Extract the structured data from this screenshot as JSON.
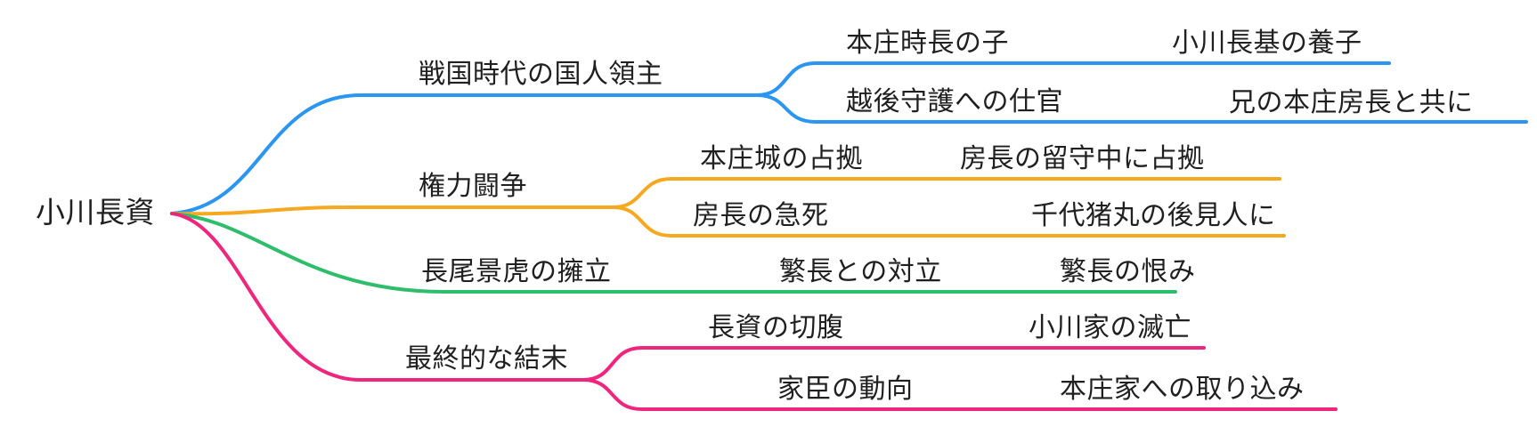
{
  "mindmap": {
    "root": {
      "label": "小川長資"
    },
    "branches": [
      {
        "label": "戦国時代の国人領主",
        "color": "#2B95F2",
        "children": [
          {
            "label": "本庄時長の子",
            "children": [
              {
                "label": "小川長基の養子"
              }
            ]
          },
          {
            "label": "越後守護への仕官",
            "children": [
              {
                "label": "兄の本庄房長と共に"
              }
            ]
          }
        ]
      },
      {
        "label": "権力闘争",
        "color": "#F7A821",
        "children": [
          {
            "label": "本庄城の占拠",
            "children": [
              {
                "label": "房長の留守中に占拠"
              }
            ]
          },
          {
            "label": "房長の急死",
            "children": [
              {
                "label": "千代猪丸の後見人に"
              }
            ]
          }
        ]
      },
      {
        "label": "長尾景虎の擁立",
        "color": "#2EBD6B",
        "children": [
          {
            "label": "繁長との対立",
            "children": [
              {
                "label": "繁長の恨み"
              }
            ]
          }
        ]
      },
      {
        "label": "最終的な結末",
        "color": "#F0267E",
        "children": [
          {
            "label": "長資の切腹",
            "children": [
              {
                "label": "小川家の滅亡"
              }
            ]
          },
          {
            "label": "家臣の動向",
            "children": [
              {
                "label": "本庄家への取り込み"
              }
            ]
          }
        ]
      }
    ]
  }
}
